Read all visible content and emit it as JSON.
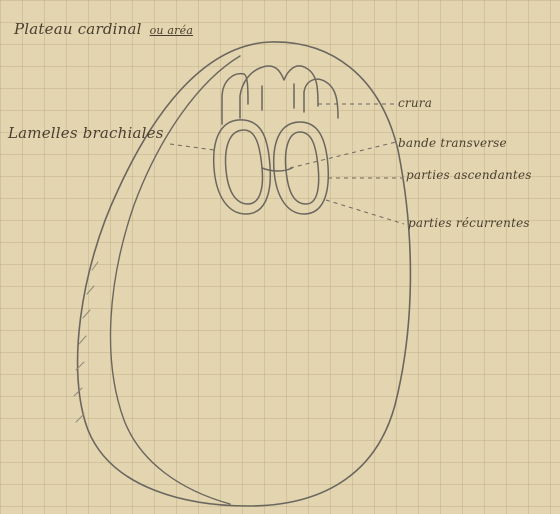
{
  "title": {
    "main": "Plateau cardinal",
    "sub": "ou aréa"
  },
  "labels": {
    "lamelles": "Lamelles brachiales",
    "crura": "crura",
    "bande": "bande transverse",
    "ascendantes": "parties ascendantes",
    "recurrentes": "parties récurrentes"
  },
  "colors": {
    "paper": "#e3d5b0",
    "grid": "#968a5a",
    "pencil": "#6b675f"
  }
}
